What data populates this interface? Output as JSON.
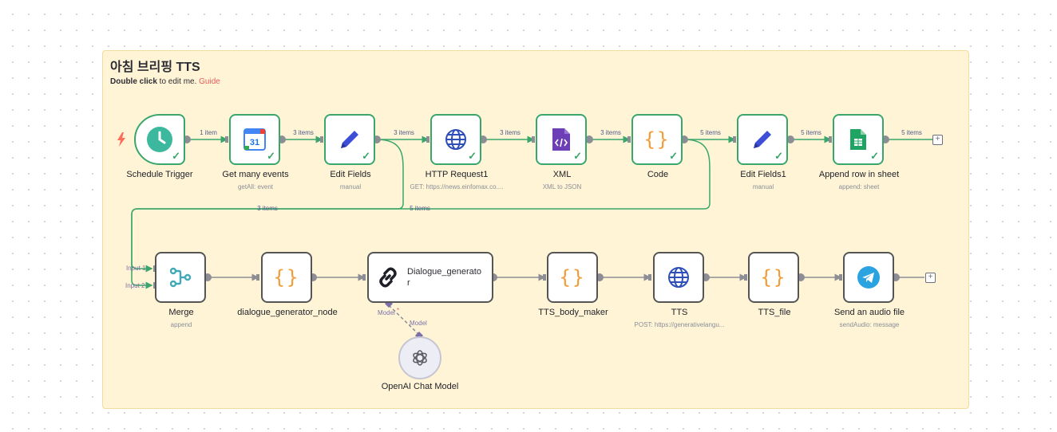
{
  "sticky": {
    "title": "아침 브리핑 TTS",
    "hint_action": "Double click",
    "hint_rest": " to edit me. ",
    "hint_link": "Guide"
  },
  "nodes": {
    "schedule_trigger": {
      "label": "Schedule Trigger",
      "sub": "",
      "icon": "clock-icon"
    },
    "get_many_events": {
      "label": "Get many events",
      "sub": "getAll: event",
      "icon": "google-calendar-icon",
      "icon_text": "31"
    },
    "edit_fields": {
      "label": "Edit Fields",
      "sub": "manual",
      "icon": "pencil-icon"
    },
    "http_request1": {
      "label": "HTTP Request1",
      "sub": "GET: https://news.einfomax.co....",
      "icon": "globe-icon"
    },
    "xml": {
      "label": "XML",
      "sub": "XML to JSON",
      "icon": "xml-file-icon"
    },
    "code": {
      "label": "Code",
      "sub": "",
      "icon": "braces-icon",
      "icon_text": "{}"
    },
    "edit_fields1": {
      "label": "Edit Fields1",
      "sub": "manual",
      "icon": "pencil-icon"
    },
    "append_row": {
      "label": "Append row in sheet",
      "sub": "append: sheet",
      "icon": "google-sheets-icon"
    },
    "merge": {
      "label": "Merge",
      "sub": "append",
      "icon": "merge-icon"
    },
    "dialogue_generator_node": {
      "label": "dialogue_generator_node",
      "sub": "",
      "icon": "braces-icon",
      "icon_text": "{}"
    },
    "dialogue_generator": {
      "label": "Dialogue_generator",
      "sub": "",
      "icon": "chain-link-icon"
    },
    "tts_body_maker": {
      "label": "TTS_body_maker",
      "sub": "",
      "icon": "braces-icon",
      "icon_text": "{}"
    },
    "tts": {
      "label": "TTS",
      "sub": "POST: https://generativelangu...",
      "icon": "globe-icon"
    },
    "tts_file": {
      "label": "TTS_file",
      "sub": "",
      "icon": "braces-icon",
      "icon_text": "{}"
    },
    "send_audio": {
      "label": "Send an audio file",
      "sub": "sendAudio: message",
      "icon": "telegram-icon"
    },
    "openai_chat": {
      "label": "OpenAI Chat Model",
      "sub": "",
      "icon": "openai-icon"
    }
  },
  "connections": {
    "c1": "1 item",
    "c2": "3 items",
    "c3": "3 items",
    "c4": "3 items",
    "c5": "3 items",
    "c6": "5 items",
    "c7": "5 items",
    "c8": "5 items",
    "loop_a": "3 items",
    "loop_b": "5 items"
  },
  "ports": {
    "input1": "Input 1",
    "input2": "Input 2",
    "model_in": "Model",
    "model_out": "Model"
  },
  "colors": {
    "success": "#3aa66b",
    "edge": "#8d8d95",
    "pencil": "#3d4fd6",
    "globe": "#2f4fb8",
    "braces": "#f29c38",
    "merge": "#41a9b8",
    "telegram": "#2aa3e0",
    "sheets": "#1fa463",
    "xml": "#6c3fb6",
    "trigger_bg": "#3cb89e",
    "bolt": "#ff6d5a"
  }
}
